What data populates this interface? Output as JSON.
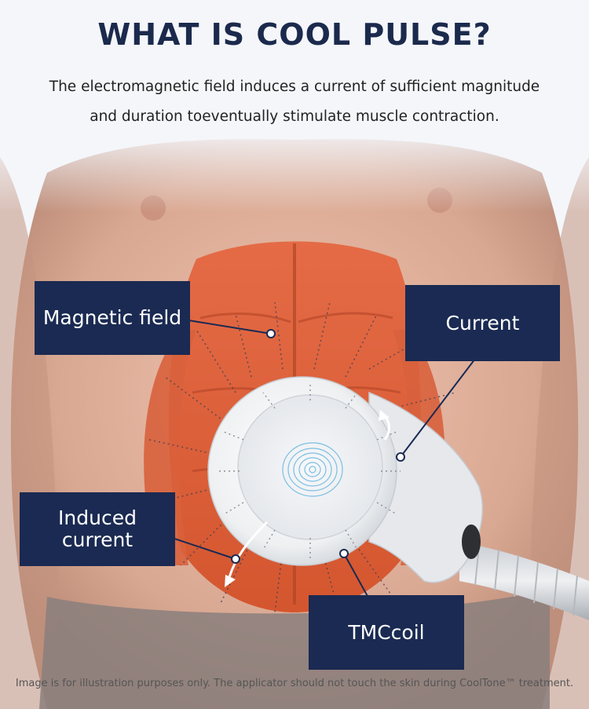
{
  "header": {
    "title": "WHAT IS COOL PULSE?",
    "subtitle": "The electromagnetic field induces a current of sufficient magnitude and duration toeventually stimulate muscle contraction."
  },
  "labels": {
    "magnetic_field": "Magnetic field",
    "current": "Current",
    "induced_current": "Induced current",
    "tmc_coil": "TMCcoil"
  },
  "footer": {
    "disclaimer": "Image is for illustration purposes only. The applicator should not touch the skin during CoolTone™ treatment."
  },
  "colors": {
    "title": "#1b2a4c",
    "label_bg": "#1a2a52",
    "muscle": "#e0603a",
    "skin": "#e9b9a6",
    "applicator": "#ebedf0"
  }
}
